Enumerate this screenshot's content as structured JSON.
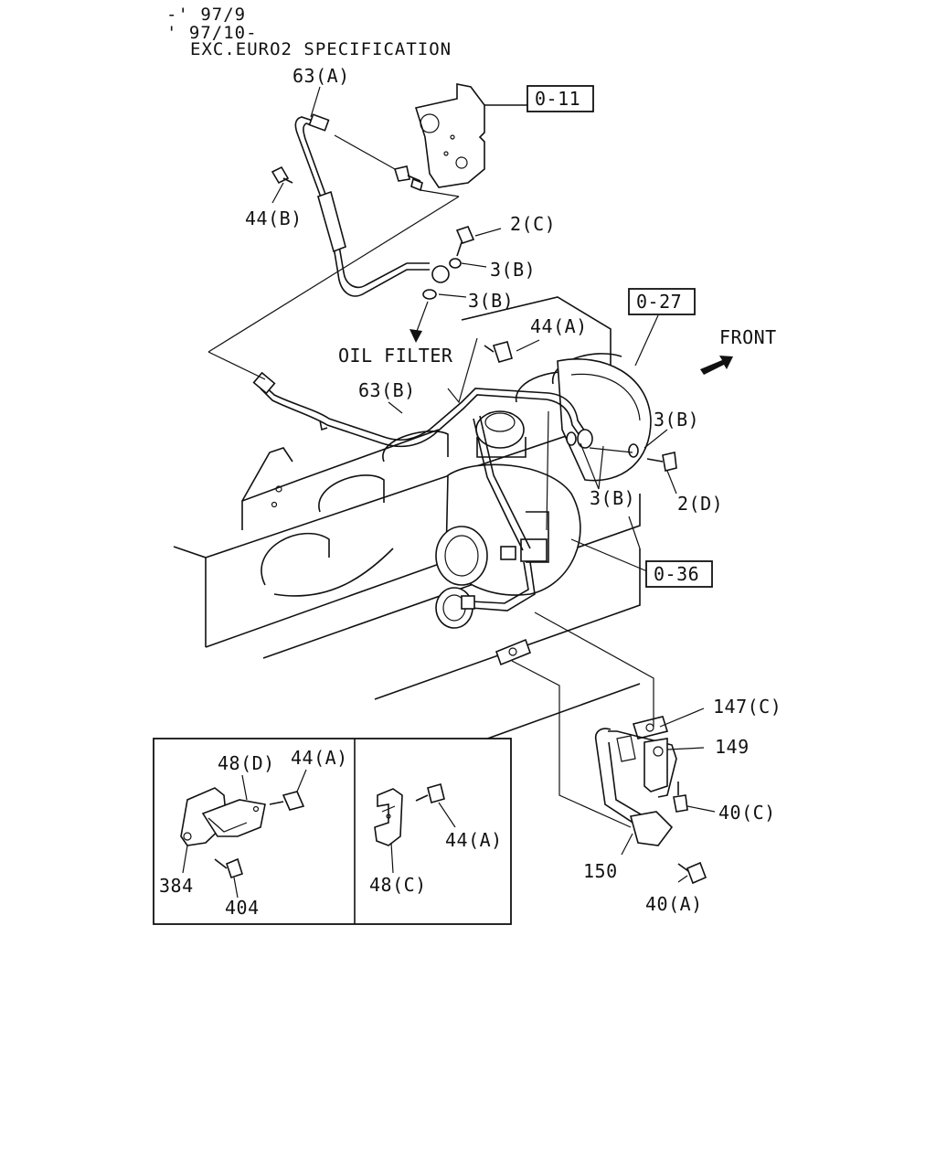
{
  "header": {
    "line1": "-' 97/9",
    "line2": "' 97/10-",
    "line3": "EXC.EURO2 SPECIFICATION"
  },
  "refs": {
    "r011": "0-11",
    "r027": "0-27",
    "r036": "0-36"
  },
  "labels": {
    "l63a": "63(A)",
    "l63b": "63(B)",
    "l44b": "44(B)",
    "l2c": "2(C)",
    "l3b_1": "3(B)",
    "l3b_2": "3(B)",
    "l3b_3": "3(B)",
    "l3b_4": "3(B)",
    "l44a_main": "44(A)",
    "l2d": "2(D)",
    "l147c": "147(C)",
    "l149": "149",
    "l40c": "40(C)",
    "l150": "150",
    "l40a": "40(A)"
  },
  "annotations": {
    "oil_filter": "OIL FILTER",
    "front": "FRONT"
  },
  "inset_left": {
    "l48d": "48(D)",
    "l44a": "44(A)",
    "l384": "384",
    "l404": "404"
  },
  "inset_right": {
    "l44a": "44(A)",
    "l48c": "48(C)"
  }
}
